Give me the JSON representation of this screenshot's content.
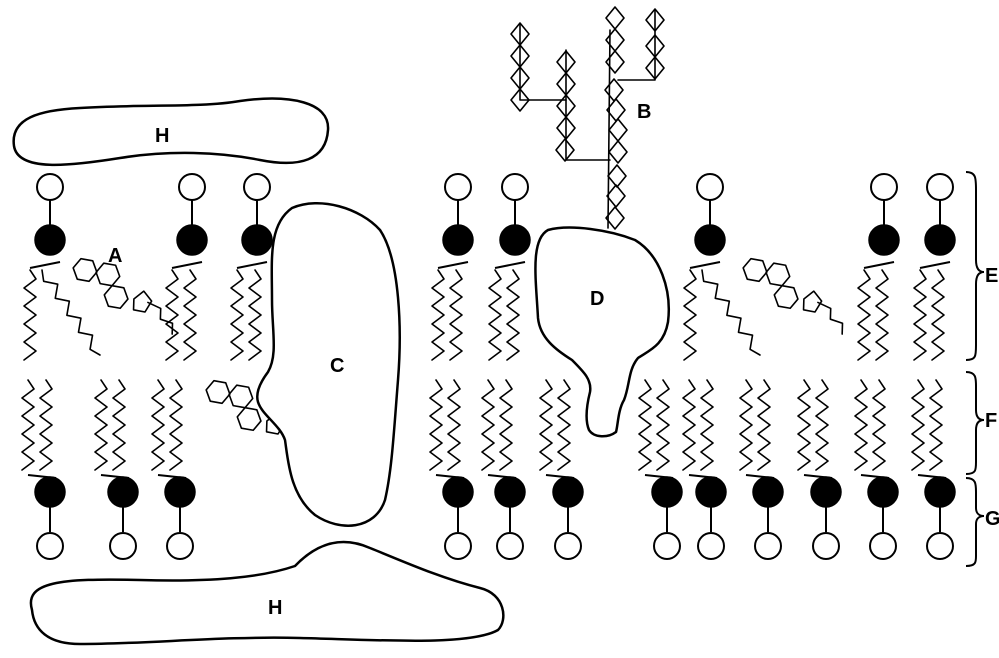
{
  "labels": {
    "A": "A",
    "B": "B",
    "C": "C",
    "D": "D",
    "H_top": "H",
    "H_bottom": "H",
    "E": "E",
    "F": "F",
    "G": "G"
  }
}
